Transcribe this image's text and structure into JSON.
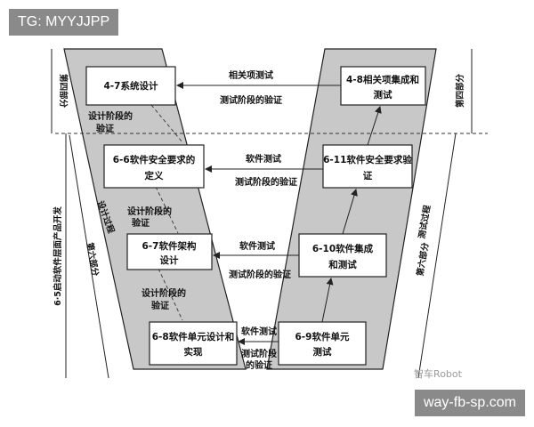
{
  "overlays": {
    "tag": "TG: MYYJJPP",
    "url": "way-fb-sp.com",
    "watermark": "智车Robot"
  },
  "left_boxes": {
    "sys_design": "4-7系统设计",
    "safety_req_1": "6-6软件安全要求的",
    "safety_req_2": "定义",
    "arch_1": "6-7软件架构",
    "arch_2": "设计",
    "unit_1": "6-8软件单元设计和",
    "unit_2": "实现"
  },
  "right_boxes": {
    "integration_1": "4-8相关项集成和",
    "integration_2": "测试",
    "safety_verify_1": "6-11软件安全要求验",
    "safety_verify_2": "证",
    "sw_integration_1": "6-10软件集成",
    "sw_integration_2": "和测试",
    "unit_test_1": "6-9软件单元",
    "unit_test_2": "测试"
  },
  "left_notes": {
    "design_verify_1a": "设计阶段的",
    "design_verify_1b": "验证",
    "design_verify_2a": "设计阶段的",
    "design_verify_2b": "验证",
    "design_verify_3a": "设计阶段的",
    "design_verify_3b": "验证",
    "design_process": "设计过程"
  },
  "center_labels": {
    "item_test": "相关项测试",
    "test_verify_1": "测试阶段的验证",
    "sw_test_1": "软件测试",
    "test_verify_2": "测试阶段的验证",
    "sw_test_2": "软件测试",
    "test_verify_3": "测试阶段的验证",
    "sw_test_3": "软件测试",
    "test_verify_4a": "测试阶段",
    "test_verify_4b": "的验证"
  },
  "side_labels": {
    "left_part4": "第四部分",
    "left_part6": "第六部分",
    "left_main": "6·5启动软件层面产品开发",
    "right_part4": "第四部分",
    "right_test_process": "测试过程",
    "right_part6": "第六部分"
  }
}
